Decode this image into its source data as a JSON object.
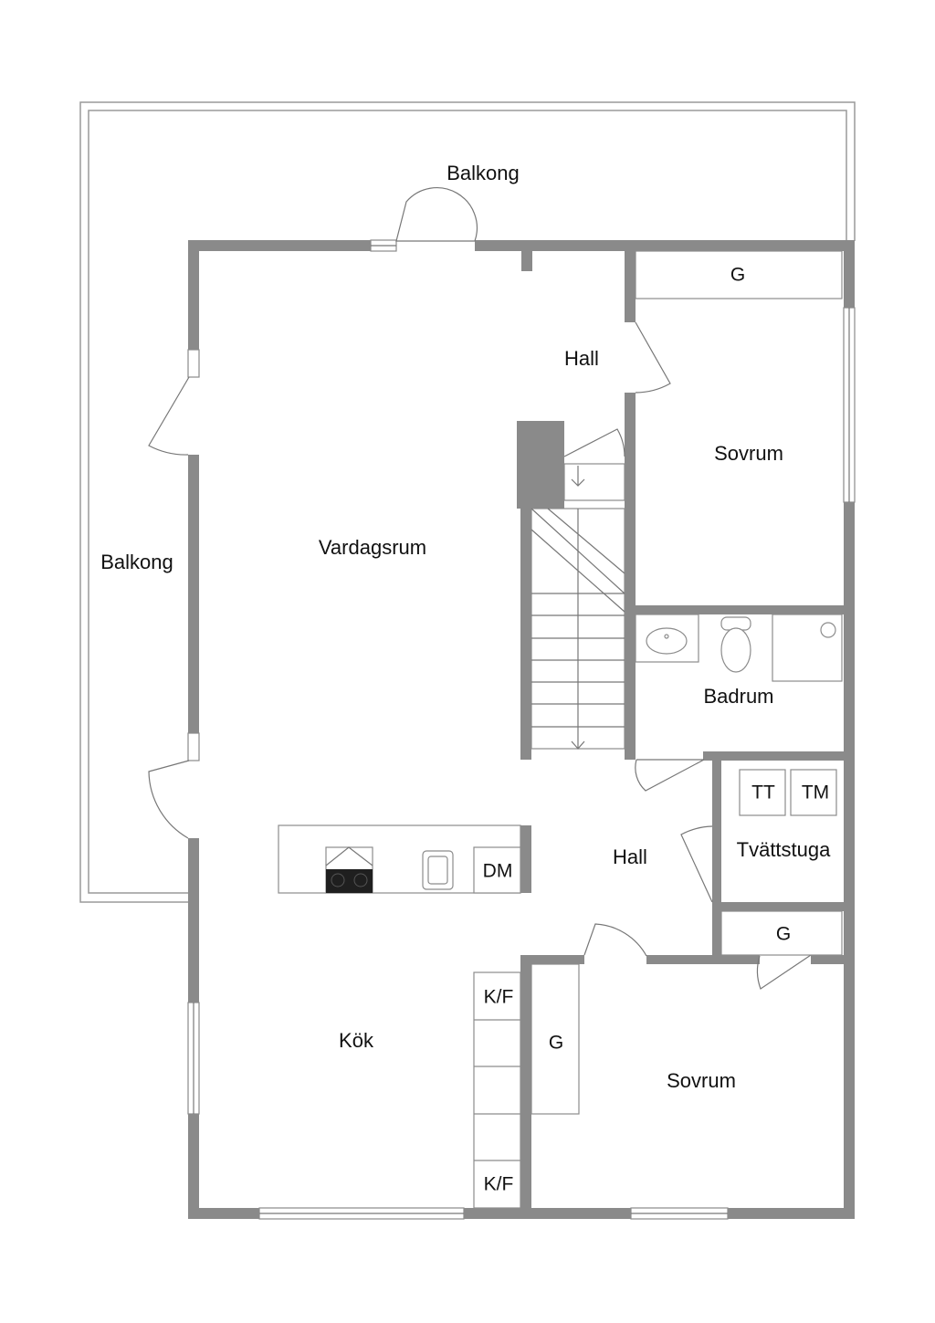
{
  "rooms": {
    "balkong_top": "Balkong",
    "balkong_left": "Balkong",
    "vardagsrum": "Vardagsrum",
    "hall_top": "Hall",
    "sovrum_top": "Sovrum",
    "badrum": "Badrum",
    "hall_mid": "Hall",
    "tvattstuga": "Tvättstuga",
    "kok": "Kök",
    "sovrum_bottom": "Sovrum"
  },
  "fixtures": {
    "g_top": "G",
    "tt": "TT",
    "tm": "TM",
    "dm": "DM",
    "g_small": "G",
    "kf_top": "K/F",
    "kf_bottom": "K/F",
    "g_closet": "G"
  }
}
